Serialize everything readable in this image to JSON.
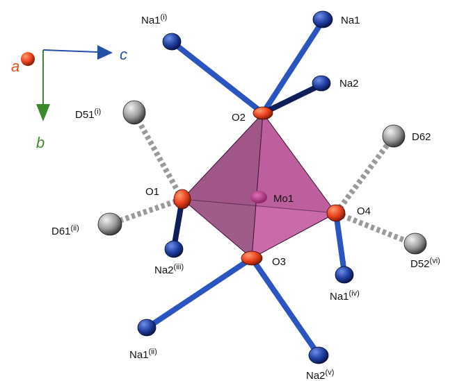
{
  "axes": {
    "a": {
      "label": "a",
      "color": "#e8501c"
    },
    "b": {
      "label": "b",
      "color": "#3b8a2a"
    },
    "c": {
      "label": "c",
      "color": "#2450a8"
    }
  },
  "central_atom": {
    "label": "Mo1",
    "color": "#c0308a"
  },
  "oxygen_atoms": [
    {
      "label": "O1"
    },
    {
      "label": "O2"
    },
    {
      "label": "O3"
    },
    {
      "label": "O4"
    }
  ],
  "sodium_atoms": [
    {
      "base": "Na1",
      "sup": "(i)"
    },
    {
      "base": "Na1",
      "sup": ""
    },
    {
      "base": "Na2",
      "sup": ""
    },
    {
      "base": "Na2",
      "sup": "(iii)"
    },
    {
      "base": "Na1",
      "sup": "(iv)"
    },
    {
      "base": "Na1",
      "sup": "(ii)"
    },
    {
      "base": "Na2",
      "sup": "(v)"
    }
  ],
  "deuterium_atoms": [
    {
      "base": "D51",
      "sup": "(i)"
    },
    {
      "base": "D61",
      "sup": "(ii)"
    },
    {
      "base": "D62",
      "sup": ""
    },
    {
      "base": "D52",
      "sup": "(vi)"
    }
  ],
  "colors": {
    "oxygen": "#e8401c",
    "sodium": "#1f3fa0",
    "bond_na": "#2a55c0",
    "deuterium": "#8a8a8a",
    "polyhedron": "#b0568f"
  }
}
